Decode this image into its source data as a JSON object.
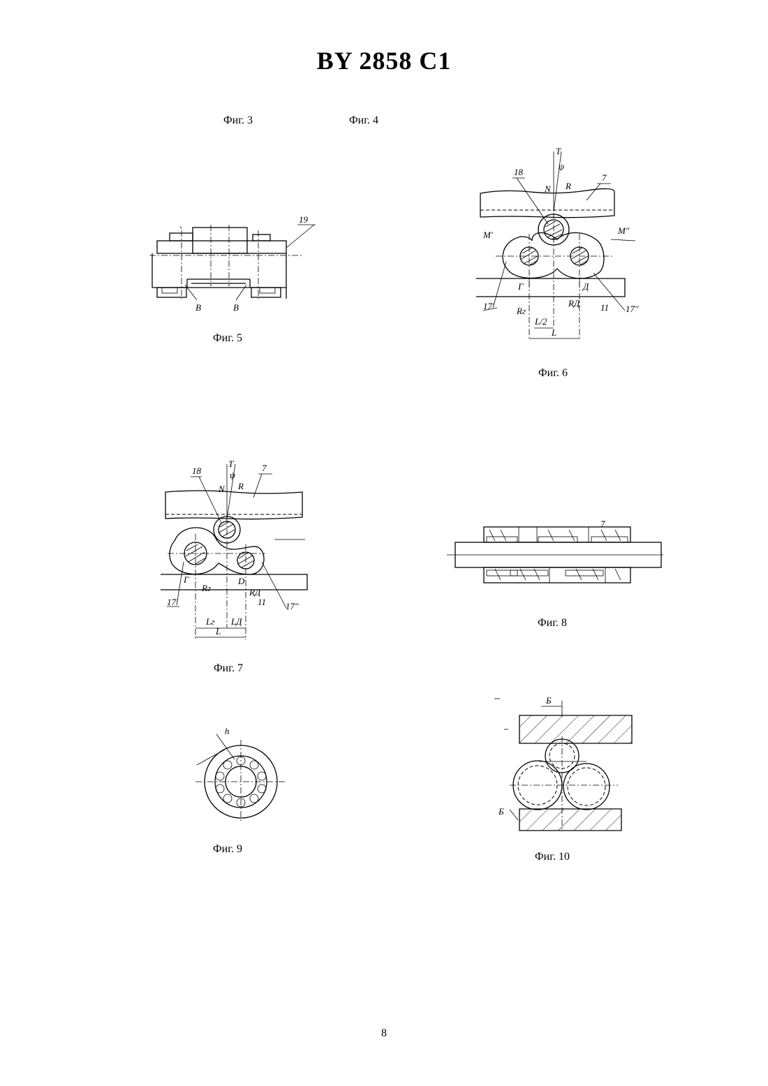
{
  "header": {
    "doc_number": "BY 2858 C1"
  },
  "captions": {
    "fig3": "Фиг. 3",
    "fig4": "Фиг. 4",
    "fig5": "Фиг. 5",
    "fig6": "Фиг. 6",
    "fig7": "Фиг. 7",
    "fig8": "Фиг. 8",
    "fig9": "Фиг. 9",
    "fig10": "Фиг. 10"
  },
  "fig5_labels": {
    "ref19": "19",
    "b1": "B",
    "b2": "B"
  },
  "fig6_labels": {
    "t": "T",
    "psi": "ψ",
    "ref18": "18",
    "n": "N",
    "r": "R",
    "ref7": "7",
    "m1": "M'",
    "m2": "M''",
    "g": "Г",
    "d": "Д",
    "rg": "Rг",
    "rd": "RД",
    "ref17a": "17'",
    "ref11": "11",
    "ref17b": "17''",
    "half_l": "L/2",
    "l": "L"
  },
  "fig7_labels": {
    "ref18": "18",
    "t": "T",
    "psi": "ψ",
    "ref7": "7",
    "n": "N",
    "r": "R",
    "g": "Г",
    "d": "D",
    "rg": "Rг",
    "rd": "RД",
    "ref17a": "17'",
    "ref11": "11",
    "ref17b": "17''",
    "lg": "Lг",
    "ld": "LД",
    "l": "L"
  },
  "fig8_labels": {
    "ref7": "7"
  },
  "fig9_labels": {
    "h": "h"
  },
  "fig10_labels": {
    "b_top": "Б",
    "b_left": "Б"
  },
  "footer": {
    "page_number": "8"
  }
}
